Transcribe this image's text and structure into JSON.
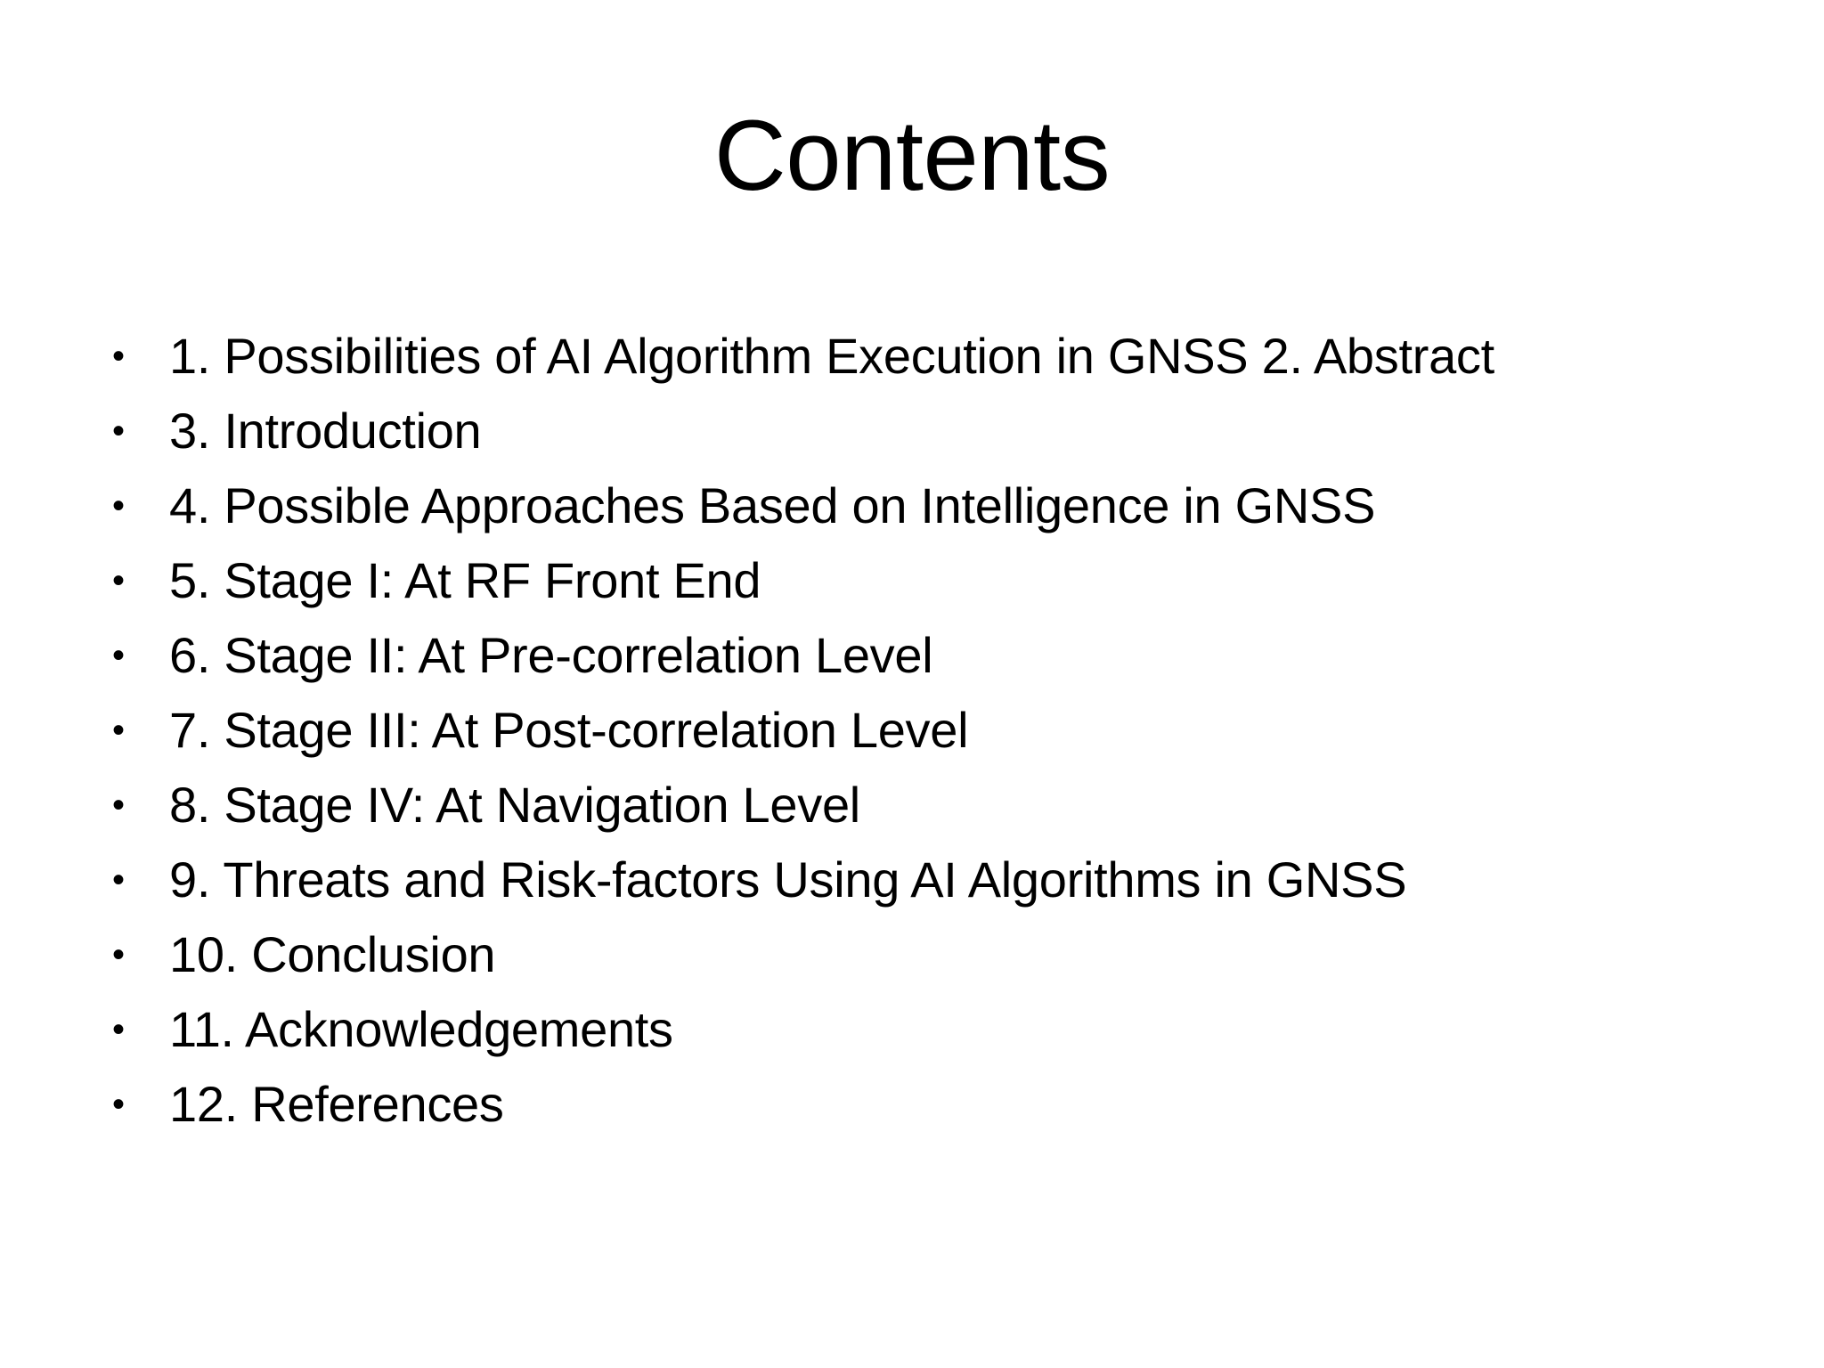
{
  "slide": {
    "title": "Contents",
    "bullet_glyph": "•",
    "text_color": "#000000",
    "background_color": "#ffffff",
    "items": [
      {
        "label": "1. Possibilities of AI Algorithm Execution in GNSS 2. Abstract"
      },
      {
        "label": "3. Introduction"
      },
      {
        "label": "4. Possible Approaches Based on Intelligence in GNSS"
      },
      {
        "label": "5. Stage I: At RF Front End"
      },
      {
        "label": "6. Stage II: At Pre-correlation Level"
      },
      {
        "label": "7. Stage III: At Post-correlation Level"
      },
      {
        "label": "8. Stage IV: At Navigation Level"
      },
      {
        "label": "9. Threats and Risk-factors Using AI Algorithms in GNSS"
      },
      {
        "label": "10. Conclusion"
      },
      {
        "label": "11. Acknowledgements"
      },
      {
        "label": "12. References"
      }
    ]
  }
}
